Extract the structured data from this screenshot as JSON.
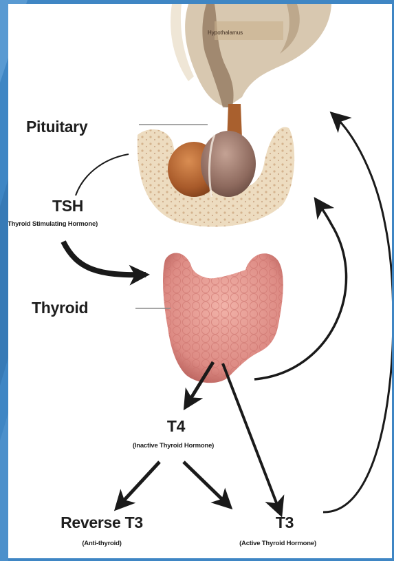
{
  "colors": {
    "frame": "#3f86c4",
    "background": "#ffffff",
    "text": "#1e1e1e",
    "arrow": "#1a1a1a",
    "pituitary_anterior": "#b86a36",
    "pituitary_posterior": "#9c7a6c",
    "bone": "#eddcc0",
    "thyroid": "#e79a94"
  },
  "labels": {
    "hypothalamus": "Hypothalamus",
    "pituitary": "Pituitary",
    "tsh": "TSH",
    "tsh_full": "(Thyroid Stimulating Hormone)",
    "thyroid": "Thyroid",
    "t4": "T4",
    "t4_desc": "(Inactive Thyroid Hormone)",
    "reverse_t3": "Reverse T3",
    "reverse_t3_desc": "(Anti-thyroid)",
    "t3": "T3",
    "t3_desc": "(Active Thyroid Hormone)"
  },
  "icons": {
    "hypothalamus": "hypothalamus-illustration",
    "pituitary": "pituitary-gland-illustration",
    "thyroid": "thyroid-gland-illustration"
  }
}
